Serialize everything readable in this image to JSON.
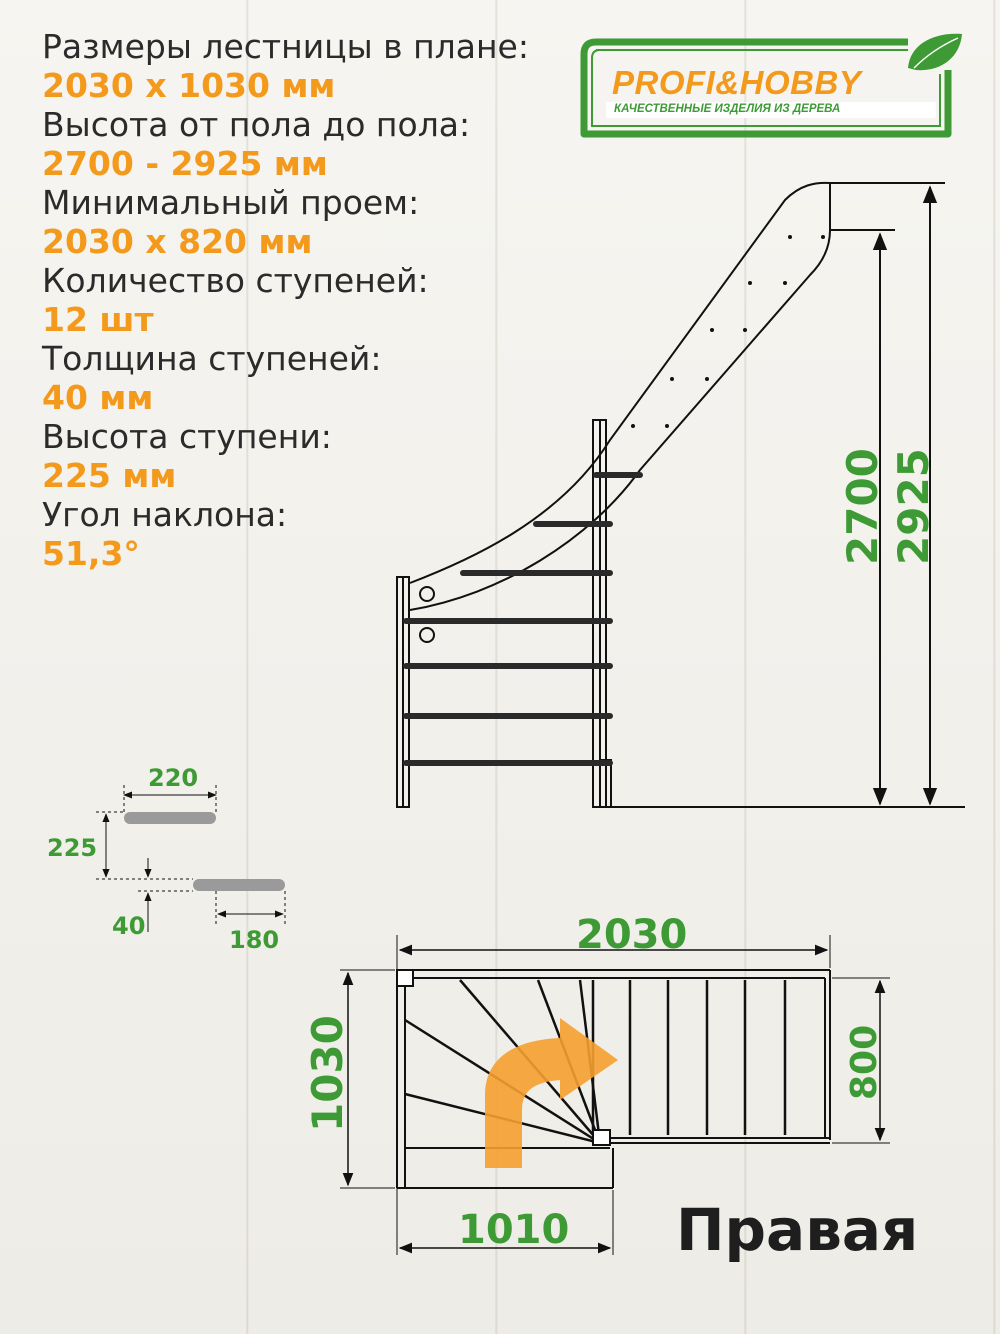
{
  "specs": [
    {
      "label": "Размеры лестницы в плане:",
      "value": "2030 х 1030 мм"
    },
    {
      "label": "Высота от пола до пола:",
      "value": "2700 - 2925 мм"
    },
    {
      "label": "Минимальный проем:",
      "value": "2030 х 820 мм"
    },
    {
      "label": "Количество ступеней:",
      "value": "12 шт"
    },
    {
      "label": "Толщина ступеней:",
      "value": "40 мм"
    },
    {
      "label": "Высота ступени:",
      "value": "225 мм"
    },
    {
      "label": "Угол наклона:",
      "value": "51,3°"
    }
  ],
  "logo": {
    "title": "PROFI&HOBBY",
    "subtitle": "КАЧЕСТВЕННЫЕ ИЗДЕЛИЯ ИЗ ДЕРЕВА",
    "colors": {
      "green": "#3d9a34",
      "orange": "#f39a1d"
    }
  },
  "side_view": {
    "dim_2700": "2700",
    "dim_2925": "2925"
  },
  "step_detail": {
    "tread_depth": "220",
    "riser_height": "225",
    "thickness": "40",
    "overlap": "180"
  },
  "plan_view": {
    "width": "2030",
    "depth": "1030",
    "opening": "800",
    "lower_width": "1010"
  },
  "direction": "Правая",
  "colors": {
    "dimension_green": "#3d9a34",
    "accent_orange": "#f39a1d",
    "arrow_orange": "#f5a030"
  }
}
